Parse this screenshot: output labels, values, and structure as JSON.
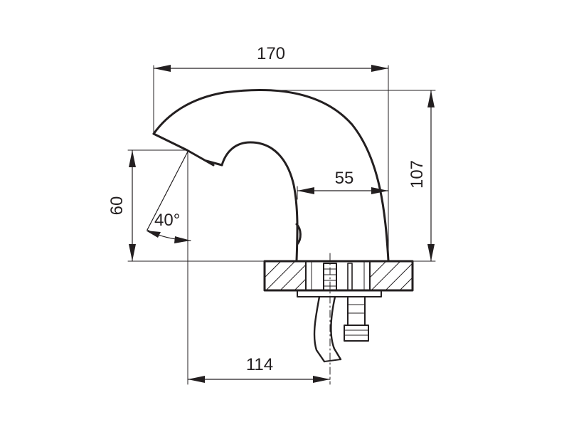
{
  "diagram": {
    "dimensions": {
      "width_total": "170",
      "height_total": "107",
      "spout_reach": "55",
      "outlet_height": "60",
      "outlet_offset": "114",
      "spray_angle": "40°"
    },
    "colors": {
      "ink": "#231f20",
      "background": "#ffffff"
    }
  }
}
